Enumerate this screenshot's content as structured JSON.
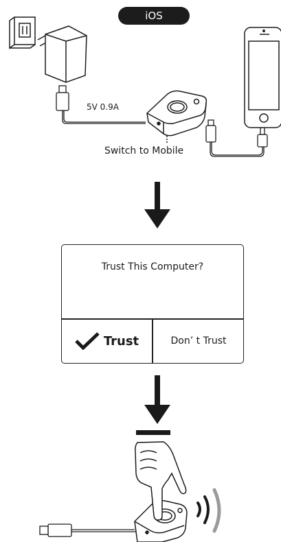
{
  "platform_label": "iOS",
  "power_label": "5V 0.9A",
  "switch_label": "Switch to Mobile",
  "dialog": {
    "title": "Trust This Computer?",
    "trust_label": "Trust",
    "dont_trust_label": "Don’ t Trust"
  },
  "colors": {
    "ink": "#1a1a1a",
    "signal": "#9a9a9a"
  },
  "icons": [
    "wall-outlet-icon",
    "power-adapter-icon",
    "usb-plug-icon",
    "transmitter-device-icon",
    "smartphone-icon",
    "down-arrow-icon",
    "checkmark-icon",
    "pressing-hand-icon",
    "signal-waves-icon"
  ]
}
